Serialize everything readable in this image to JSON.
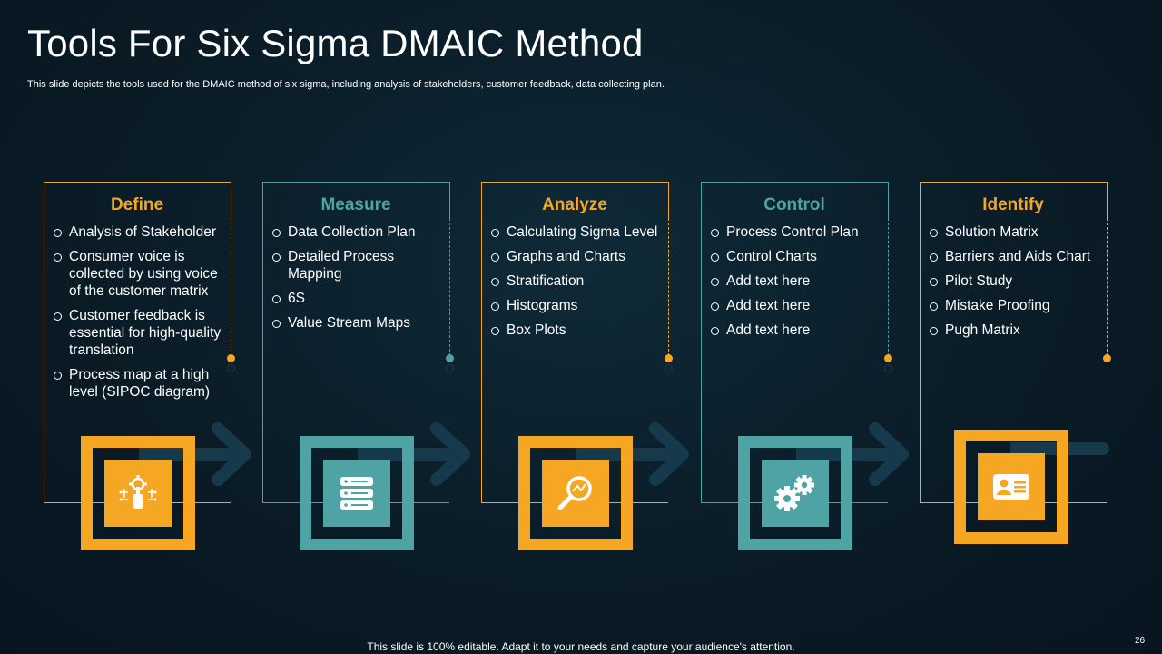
{
  "slide": {
    "title": "Tools For Six Sigma DMAIC Method",
    "subtitle": "This slide depicts the tools used for the DMAIC  method of six sigma, including analysis of stakeholders, customer feedback, data collecting plan.",
    "footer": "This slide is 100% editable. Adapt it to your needs and capture your audience's attention.",
    "page_number": "26"
  },
  "colors": {
    "gold": "#f5a623",
    "teal": "#4fa3a5",
    "arrow": "#163a4c"
  },
  "stages": [
    {
      "title": "Define",
      "theme": "gold",
      "icon": "gear-hand-icon",
      "items": [
        "Analysis of Stakeholder",
        "Consumer voice is collected by using voice of the customer matrix",
        "Customer feedback is essential for high-quality translation",
        "Process map at a high level (SIPOC diagram)"
      ]
    },
    {
      "title": "Measure",
      "theme": "teal",
      "icon": "server-icon",
      "items": [
        "Data Collection Plan",
        "Detailed Process Mapping",
        "6S",
        "Value Stream Maps"
      ]
    },
    {
      "title": "Analyze",
      "theme": "gold",
      "icon": "magnifier-chart-icon",
      "items": [
        "Calculating Sigma Level",
        "Graphs and Charts",
        "Stratification",
        "Histograms",
        "Box Plots"
      ]
    },
    {
      "title": "Control",
      "theme": "teal",
      "icon": "gears-icon",
      "items": [
        "Process Control Plan",
        "Control Charts",
        "Add text here",
        "Add text here",
        "Add text here"
      ]
    },
    {
      "title": "Identify",
      "theme": "gold",
      "icon": "id-card-icon",
      "items": [
        "Solution Matrix",
        "Barriers and Aids Chart",
        "Pilot Study",
        "Mistake Proofing",
        "Pugh Matrix"
      ]
    }
  ]
}
